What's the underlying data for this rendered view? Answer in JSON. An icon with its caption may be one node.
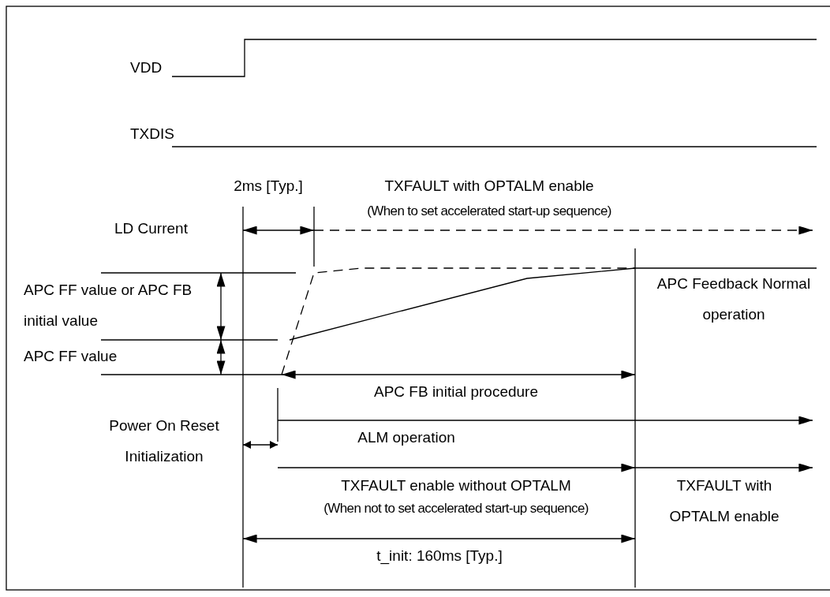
{
  "diagram": {
    "labels": [
      "VDD",
      "TXDIS",
      "2ms [Typ.]",
      "TXFAULT with OPTALM enable",
      "(When to set accelerated start-up sequence)",
      "LD Current",
      "APC FF value or APC FB initial value",
      "APC FF value",
      "APC Feedback Normal operation",
      "APC FB initial procedure",
      "Power On Reset Initialization",
      "ALM operation",
      "TXFAULT enable without OPTALM",
      "(When not to set accelerated start-up sequence)",
      "TXFAULT with OPTALM enable",
      "t_init: 160ms [Typ.]"
    ]
  }
}
